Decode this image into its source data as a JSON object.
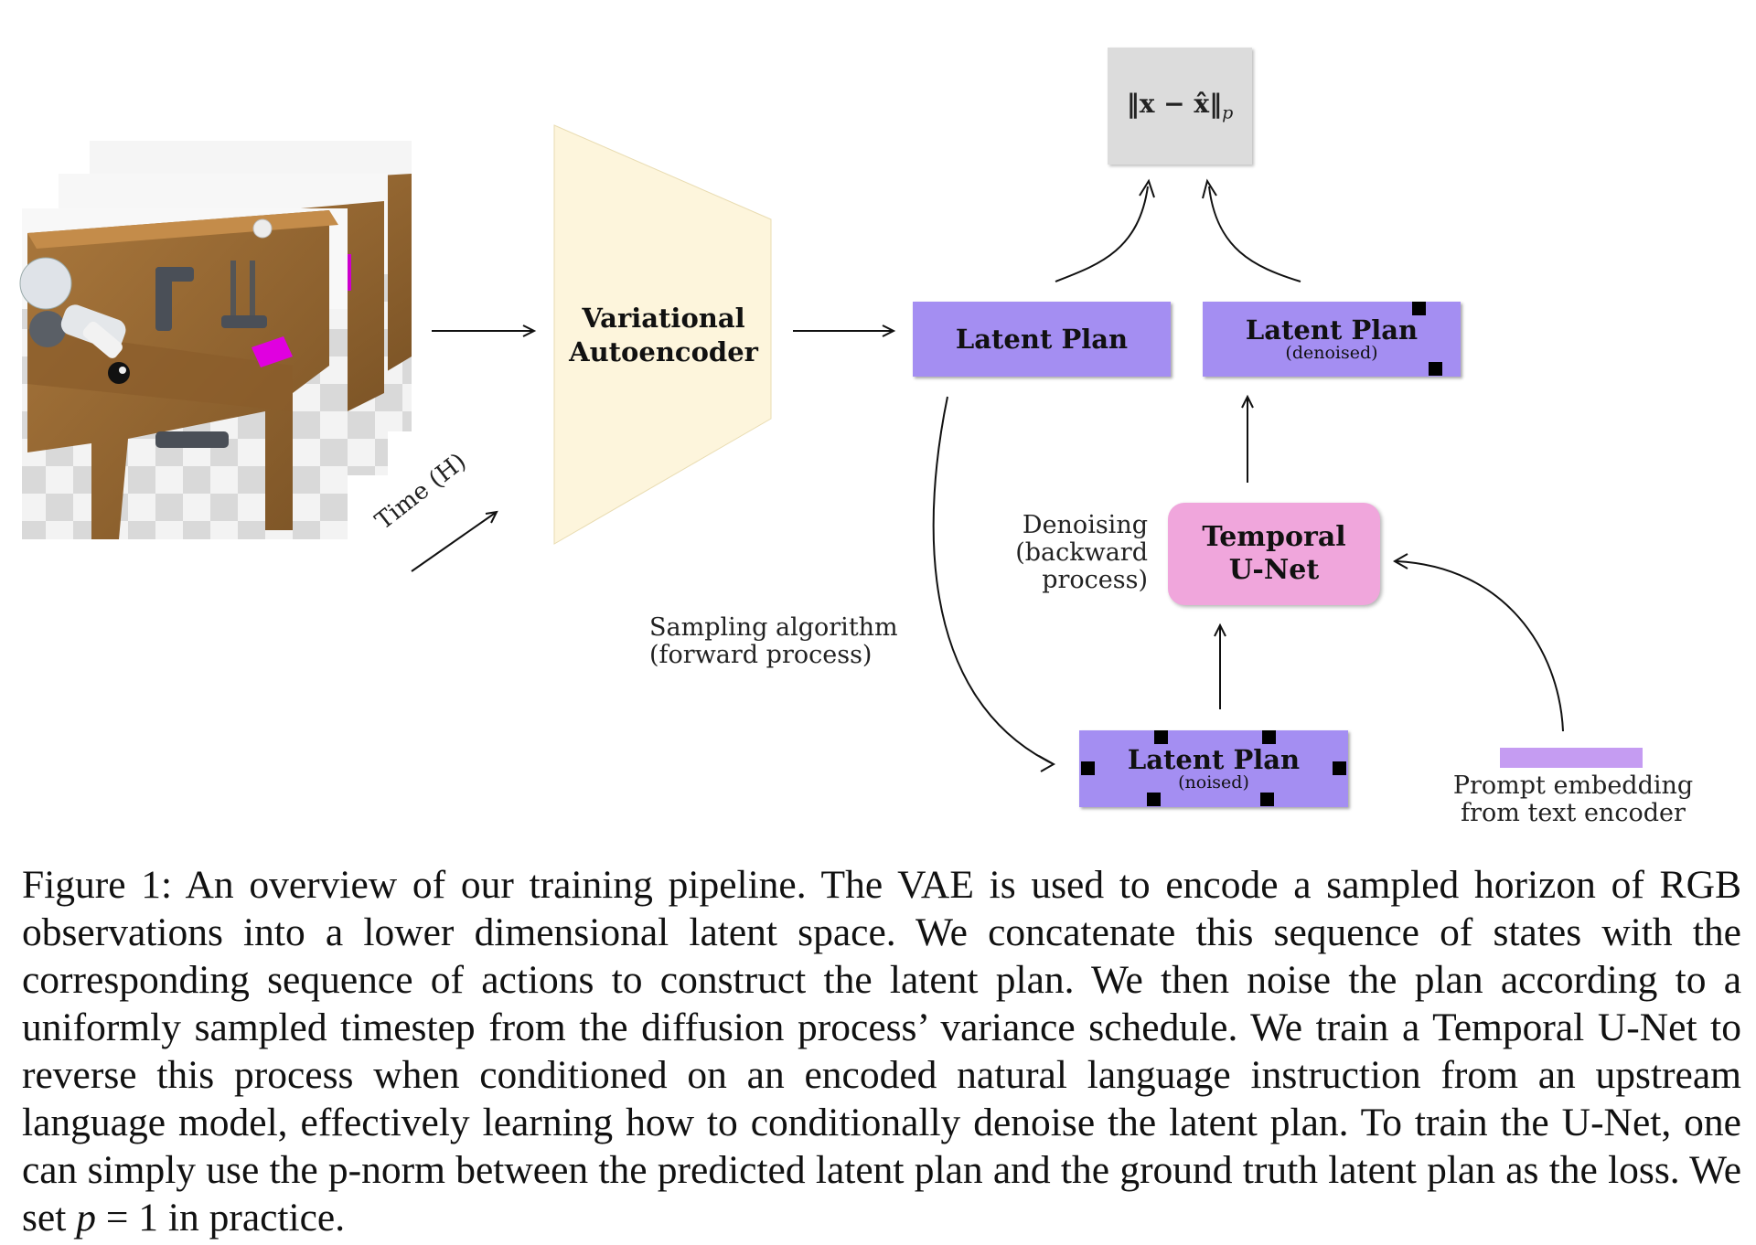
{
  "diagram": {
    "vae_line1": "Variational",
    "vae_line2": "Autoencoder",
    "time_label": "Time (H)",
    "latent_plan": "Latent Plan",
    "latent_plan_denoised_title": "Latent Plan",
    "latent_plan_denoised_sub": "(denoised)",
    "latent_plan_noised_title": "Latent Plan",
    "latent_plan_noised_sub": "(noised)",
    "unet_line1": "Temporal",
    "unet_line2": "U-Net",
    "loss_formula": "‖x − x̂‖",
    "loss_subscript": "p",
    "denoising_line1": "Denoising",
    "denoising_line2": "(backward",
    "denoising_line3": "process)",
    "sampling_line1": "Sampling algorithm",
    "sampling_line2": "(forward process)",
    "prompt_line1": "Prompt embedding",
    "prompt_line2": "from text encoder",
    "colors": {
      "latent": "#a48ef2",
      "unet": "#f0a6dc",
      "vae": "#fdf5dc",
      "loss_box": "#dcdcdc",
      "prompt_bar": "#c59cf2"
    }
  },
  "caption": {
    "text": "Figure 1: An overview of our training pipeline. The VAE is used to encode a sampled horizon of RGB observations into a lower dimensional latent space. We concatenate this sequence of states with the corresponding sequence of actions to construct the latent plan. We then noise the plan according to a uniformly sampled timestep from the diffusion process’ variance schedule. We train a Temporal U-Net to reverse this process when conditioned on an encoded natural language instruction from an upstream language model, effectively learning how to conditionally denoise the latent plan. To train the U-Net, one can simply use the p-norm between the predicted latent plan and the ground truth latent plan as the loss. We set ",
    "math_var": "p",
    "math_rest": " = 1",
    "tail": " in practice."
  }
}
